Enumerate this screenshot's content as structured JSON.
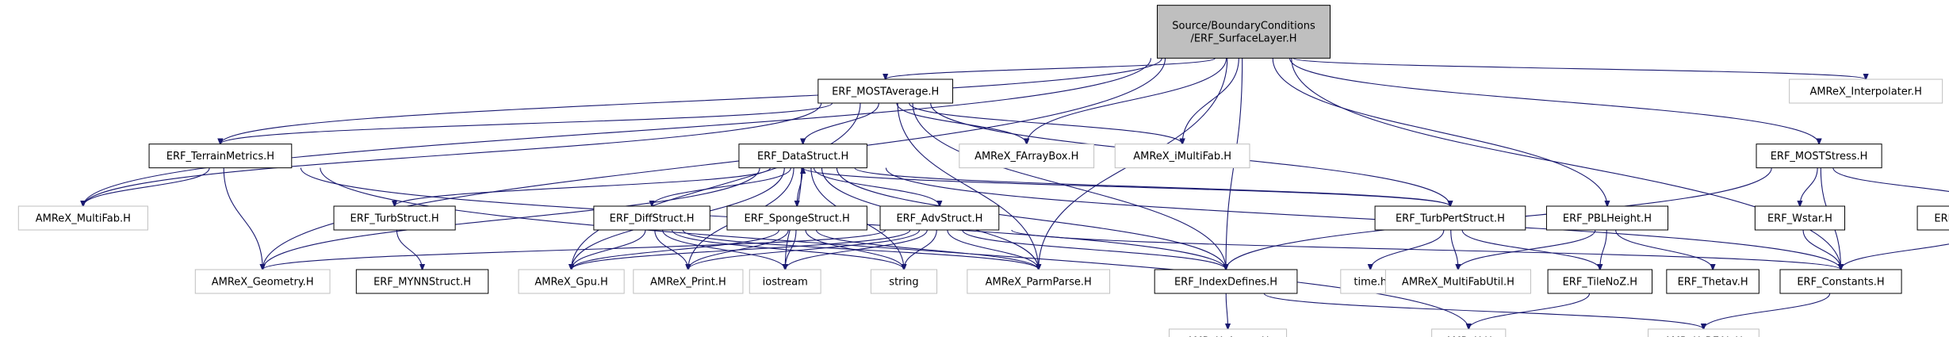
{
  "colors": {
    "edge": "#191970",
    "root_fill": "#bfbfbf",
    "root_stroke": "#000000",
    "internal_stroke": "#000000",
    "external_stroke": "#bfbfbf",
    "node_fill": "#ffffff",
    "external_text": "#404040"
  },
  "nodes": [
    {
      "id": "root",
      "label": [
        "Source/BoundaryConditions",
        "/ERF_SurfaceLayer.H"
      ],
      "kind": "root"
    },
    {
      "id": "mostavg",
      "label": [
        "ERF_MOSTAverage.H"
      ],
      "kind": "internal"
    },
    {
      "id": "interp",
      "label": [
        "AMReX_Interpolater.H"
      ],
      "kind": "external"
    },
    {
      "id": "terrain",
      "label": [
        "ERF_TerrainMetrics.H"
      ],
      "kind": "internal"
    },
    {
      "id": "datastruct",
      "label": [
        "ERF_DataStruct.H"
      ],
      "kind": "internal"
    },
    {
      "id": "farray",
      "label": [
        "AMReX_FArrayBox.H"
      ],
      "kind": "external"
    },
    {
      "id": "imultifab",
      "label": [
        "AMReX_iMultiFab.H"
      ],
      "kind": "external"
    },
    {
      "id": "moststress",
      "label": [
        "ERF_MOSTStress.H"
      ],
      "kind": "internal"
    },
    {
      "id": "multifab",
      "label": [
        "AMReX_MultiFab.H"
      ],
      "kind": "external"
    },
    {
      "id": "turbstruct",
      "label": [
        "ERF_TurbStruct.H"
      ],
      "kind": "internal"
    },
    {
      "id": "diffstruct",
      "label": [
        "ERF_DiffStruct.H"
      ],
      "kind": "internal"
    },
    {
      "id": "spongestruct",
      "label": [
        "ERF_SpongeStruct.H"
      ],
      "kind": "internal"
    },
    {
      "id": "advstruct",
      "label": [
        "ERF_AdvStruct.H"
      ],
      "kind": "internal"
    },
    {
      "id": "turbpert",
      "label": [
        "ERF_TurbPertStruct.H"
      ],
      "kind": "internal"
    },
    {
      "id": "pblheight",
      "label": [
        "ERF_PBLHeight.H"
      ],
      "kind": "internal"
    },
    {
      "id": "wstar",
      "label": [
        "ERF_Wstar.H"
      ],
      "kind": "internal"
    },
    {
      "id": "mostrough",
      "label": [
        "ERF_MOSTRoughness.H"
      ],
      "kind": "internal"
    },
    {
      "id": "geometry",
      "label": [
        "AMReX_Geometry.H"
      ],
      "kind": "external"
    },
    {
      "id": "mynn",
      "label": [
        "ERF_MYNNStruct.H"
      ],
      "kind": "internal"
    },
    {
      "id": "gpu",
      "label": [
        "AMReX_Gpu.H"
      ],
      "kind": "external"
    },
    {
      "id": "print",
      "label": [
        "AMReX_Print.H"
      ],
      "kind": "external"
    },
    {
      "id": "iostream",
      "label": [
        "iostream"
      ],
      "kind": "external"
    },
    {
      "id": "string",
      "label": [
        "string"
      ],
      "kind": "external"
    },
    {
      "id": "parmparse",
      "label": [
        "AMReX_ParmParse.H"
      ],
      "kind": "external"
    },
    {
      "id": "indexdef",
      "label": [
        "ERF_IndexDefines.H"
      ],
      "kind": "internal"
    },
    {
      "id": "timeh",
      "label": [
        "time.h"
      ],
      "kind": "external"
    },
    {
      "id": "mfutil",
      "label": [
        "AMReX_MultiFabUtil.H"
      ],
      "kind": "external"
    },
    {
      "id": "tilenoz",
      "label": [
        "ERF_TileNoZ.H"
      ],
      "kind": "internal"
    },
    {
      "id": "thetav",
      "label": [
        "ERF_Thetav.H"
      ],
      "kind": "internal"
    },
    {
      "id": "constants",
      "label": [
        "ERF_Constants.H"
      ],
      "kind": "internal"
    },
    {
      "id": "arena",
      "label": [
        "AMReX_Arena.H"
      ],
      "kind": "external"
    },
    {
      "id": "amrexh",
      "label": [
        "AMReX.H"
      ],
      "kind": "external"
    },
    {
      "id": "real",
      "label": [
        "AMReX_REAL.H"
      ],
      "kind": "external"
    }
  ],
  "edges": [
    {
      "from": "root",
      "to": "mostavg"
    },
    {
      "from": "root",
      "to": "interp"
    },
    {
      "from": "root",
      "to": "terrain"
    },
    {
      "from": "root",
      "to": "farray"
    },
    {
      "from": "root",
      "to": "imultifab"
    },
    {
      "from": "root",
      "to": "moststress"
    },
    {
      "from": "root",
      "to": "multifab"
    },
    {
      "from": "root",
      "to": "geometry"
    },
    {
      "from": "root",
      "to": "parmparse"
    },
    {
      "from": "root",
      "to": "indexdef"
    },
    {
      "from": "root",
      "to": "pblheight"
    },
    {
      "from": "root",
      "to": "constants"
    },
    {
      "from": "mostavg",
      "to": "terrain"
    },
    {
      "from": "mostavg",
      "to": "datastruct"
    },
    {
      "from": "mostavg",
      "to": "farray"
    },
    {
      "from": "mostavg",
      "to": "imultifab"
    },
    {
      "from": "mostavg",
      "to": "multifab"
    },
    {
      "from": "mostavg",
      "to": "gpu"
    },
    {
      "from": "mostavg",
      "to": "parmparse"
    },
    {
      "from": "mostavg",
      "to": "indexdef"
    },
    {
      "from": "mostavg",
      "to": "turbpert"
    },
    {
      "from": "terrain",
      "to": "multifab"
    },
    {
      "from": "terrain",
      "to": "geometry"
    },
    {
      "from": "terrain",
      "to": "indexdef"
    },
    {
      "from": "terrain",
      "to": "amrexh"
    },
    {
      "from": "datastruct",
      "to": "turbstruct"
    },
    {
      "from": "datastruct",
      "to": "diffstruct"
    },
    {
      "from": "datastruct",
      "to": "spongestruct"
    },
    {
      "from": "datastruct",
      "to": "advstruct"
    },
    {
      "from": "datastruct",
      "to": "turbpert"
    },
    {
      "from": "datastruct",
      "to": "geometry"
    },
    {
      "from": "datastruct",
      "to": "gpu"
    },
    {
      "from": "datastruct",
      "to": "print"
    },
    {
      "from": "datastruct",
      "to": "iostream"
    },
    {
      "from": "datastruct",
      "to": "string"
    },
    {
      "from": "datastruct",
      "to": "parmparse"
    },
    {
      "from": "datastruct",
      "to": "indexdef"
    },
    {
      "from": "datastruct",
      "to": "constants"
    },
    {
      "from": "turbstruct",
      "to": "mynn"
    },
    {
      "from": "diffstruct",
      "to": "gpu"
    },
    {
      "from": "diffstruct",
      "to": "print"
    },
    {
      "from": "diffstruct",
      "to": "iostream"
    },
    {
      "from": "diffstruct",
      "to": "string"
    },
    {
      "from": "diffstruct",
      "to": "parmparse"
    },
    {
      "from": "spongestruct",
      "to": "gpu"
    },
    {
      "from": "spongestruct",
      "to": "print"
    },
    {
      "from": "spongestruct",
      "to": "iostream"
    },
    {
      "from": "spongestruct",
      "to": "string"
    },
    {
      "from": "spongestruct",
      "to": "parmparse"
    },
    {
      "from": "advstruct",
      "to": "geometry"
    },
    {
      "from": "advstruct",
      "to": "gpu"
    },
    {
      "from": "advstruct",
      "to": "print"
    },
    {
      "from": "advstruct",
      "to": "iostream"
    },
    {
      "from": "advstruct",
      "to": "string"
    },
    {
      "from": "advstruct",
      "to": "parmparse"
    },
    {
      "from": "advstruct",
      "to": "indexdef"
    },
    {
      "from": "advstruct",
      "to": "constants"
    },
    {
      "from": "turbpert",
      "to": "datastruct"
    },
    {
      "from": "turbpert",
      "to": "timeh"
    },
    {
      "from": "turbpert",
      "to": "mfutil"
    },
    {
      "from": "turbpert",
      "to": "tilenoz"
    },
    {
      "from": "pblheight",
      "to": "mfutil"
    },
    {
      "from": "pblheight",
      "to": "tilenoz"
    },
    {
      "from": "pblheight",
      "to": "thetav"
    },
    {
      "from": "moststress",
      "to": "indexdef"
    },
    {
      "from": "moststress",
      "to": "wstar"
    },
    {
      "from": "moststress",
      "to": "mostrough"
    },
    {
      "from": "moststress",
      "to": "constants"
    },
    {
      "from": "wstar",
      "to": "constants"
    },
    {
      "from": "mostrough",
      "to": "constants"
    },
    {
      "from": "indexdef",
      "to": "arena"
    },
    {
      "from": "indexdef",
      "to": "real"
    },
    {
      "from": "tilenoz",
      "to": "amrexh"
    },
    {
      "from": "constants",
      "to": "real"
    }
  ]
}
